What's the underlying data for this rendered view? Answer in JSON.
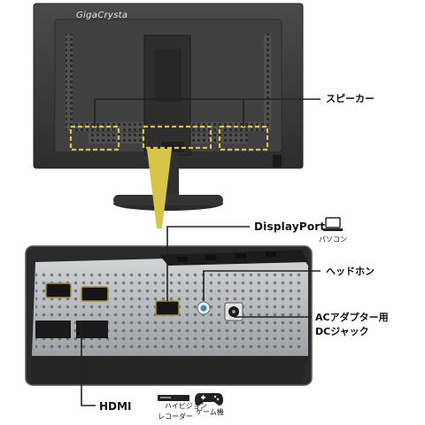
{
  "brand": "GigaCrysta",
  "labels": {
    "speaker": "スピーカー",
    "displayport": "DisplayPort",
    "pc": "パソコン",
    "headphone": "ヘッドホン",
    "ac_line1": "ACアダプター用",
    "ac_line2": "DCジャック",
    "hdmi": "HDMI",
    "hdmi_device_line1": "ハイビジョン",
    "hdmi_device_line2": "レコーダー",
    "game": "ゲーム機"
  },
  "icons": {
    "laptop": "laptop-icon",
    "recorder": "recorder-icon",
    "gamepad": "gamepad-icon"
  },
  "colors": {
    "accent": "#d9c44a",
    "callout_line": "#222222",
    "monitor_body": "#3b3b3b",
    "panel_silver": "#b9bcc0"
  }
}
